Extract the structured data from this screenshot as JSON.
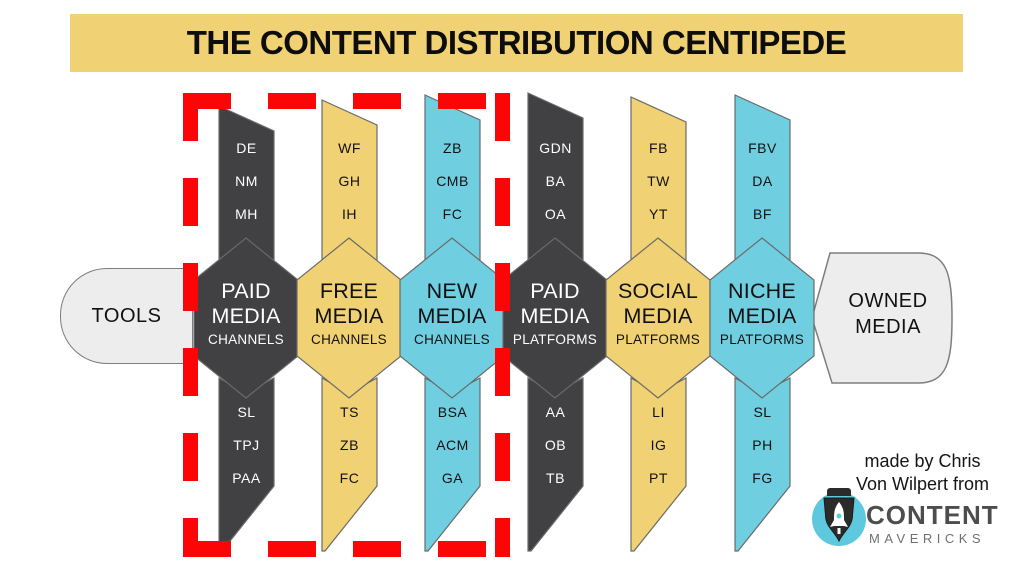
{
  "title": "THE CONTENT DISTRIBUTION CENTIPEDE",
  "left_node": {
    "label": "TOOLS"
  },
  "right_node": {
    "label_line1": "OWNED",
    "label_line2": "MEDIA"
  },
  "columns": [
    {
      "color": "dark",
      "top_items": [
        "DE",
        "NM",
        "MH"
      ],
      "label_line1": "PAID",
      "label_line2": "MEDIA",
      "sublabel": "CHANNELS",
      "bottom_items": [
        "SL",
        "TPJ",
        "PAA"
      ]
    },
    {
      "color": "yellow",
      "top_items": [
        "WF",
        "GH",
        "IH"
      ],
      "label_line1": "FREE",
      "label_line2": "MEDIA",
      "sublabel": "CHANNELS",
      "bottom_items": [
        "TS",
        "ZB",
        "FC"
      ]
    },
    {
      "color": "cyan",
      "top_items": [
        "ZB",
        "CMB",
        "FC"
      ],
      "label_line1": "NEW",
      "label_line2": "MEDIA",
      "sublabel": "CHANNELS",
      "bottom_items": [
        "BSA",
        "ACM",
        "GA"
      ]
    },
    {
      "color": "dark",
      "top_items": [
        "GDN",
        "BA",
        "OA"
      ],
      "label_line1": "PAID",
      "label_line2": "MEDIA",
      "sublabel": "PLATFORMS",
      "bottom_items": [
        "AA",
        "OB",
        "TB"
      ]
    },
    {
      "color": "yellow",
      "top_items": [
        "FB",
        "TW",
        "YT"
      ],
      "label_line1": "SOCIAL",
      "label_line2": "MEDIA",
      "sublabel": "PLATFORMS",
      "bottom_items": [
        "LI",
        "IG",
        "PT"
      ]
    },
    {
      "color": "cyan",
      "top_items": [
        "FBV",
        "DA",
        "BF"
      ],
      "label_line1": "NICHE",
      "label_line2": "MEDIA",
      "sublabel": "PLATFORMS",
      "bottom_items": [
        "SL",
        "PH",
        "FG"
      ]
    }
  ],
  "highlight_box": {
    "columns_enclosed": "first three",
    "style": "red dashed rectangle",
    "color": "#fb0506"
  },
  "credit": {
    "line1": "made by Chris",
    "line2": "Von Wilpert from"
  },
  "logo": {
    "name": "CONTENT",
    "sub": "MAVERICKS"
  },
  "colors": {
    "banner": "#f0d173",
    "dark": "#414042",
    "yellow": "#f0d173",
    "cyan": "#6fcfe0",
    "node_gray": "#ededed",
    "outline": "#6a6a6a",
    "highlight_red": "#fb0506",
    "logo_teal": "#5ec8de"
  }
}
